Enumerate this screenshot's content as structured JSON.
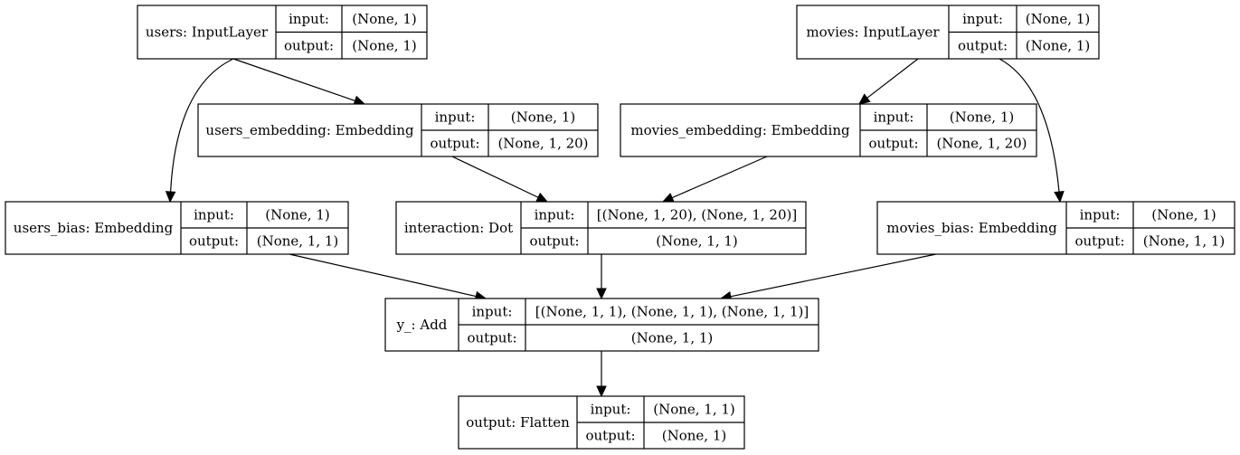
{
  "nodes": [
    {
      "id": "users",
      "label": "users: InputLayer",
      "input_label": "input:",
      "input_value": "(None, 1)",
      "output_label": "output:",
      "output_value": "(None, 1)"
    },
    {
      "id": "movies",
      "label": "movies: InputLayer",
      "input_label": "input:",
      "input_value": "(None, 1)",
      "output_label": "output:",
      "output_value": "(None, 1)"
    },
    {
      "id": "users_embedding",
      "label": "users_embedding: Embedding",
      "input_label": "input:",
      "input_value": "(None, 1)",
      "output_label": "output:",
      "output_value": "(None, 1, 20)"
    },
    {
      "id": "movies_embedding",
      "label": "movies_embedding: Embedding",
      "input_label": "input:",
      "input_value": "(None, 1)",
      "output_label": "output:",
      "output_value": "(None, 1, 20)"
    },
    {
      "id": "users_bias",
      "label": "users_bias: Embedding",
      "input_label": "input:",
      "input_value": "(None, 1)",
      "output_label": "output:",
      "output_value": "(None, 1, 1)"
    },
    {
      "id": "interaction",
      "label": "interaction: Dot",
      "input_label": "input:",
      "input_value": "[(None, 1, 20), (None, 1, 20)]",
      "output_label": "output:",
      "output_value": "(None, 1, 1)"
    },
    {
      "id": "movies_bias",
      "label": "movies_bias: Embedding",
      "input_label": "input:",
      "input_value": "(None, 1)",
      "output_label": "output:",
      "output_value": "(None, 1, 1)"
    },
    {
      "id": "y_",
      "label": "y_: Add",
      "input_label": "input:",
      "input_value": "[(None, 1, 1), (None, 1, 1), (None, 1, 1)]",
      "output_label": "output:",
      "output_value": "(None, 1, 1)"
    },
    {
      "id": "output",
      "label": "output: Flatten",
      "input_label": "input:",
      "input_value": "(None, 1, 1)",
      "output_label": "output:",
      "output_value": "(None, 1)"
    }
  ],
  "edges": [
    {
      "from": "users",
      "to": "users_embedding"
    },
    {
      "from": "users",
      "to": "users_bias"
    },
    {
      "from": "movies",
      "to": "movies_embedding"
    },
    {
      "from": "movies",
      "to": "movies_bias"
    },
    {
      "from": "users_embedding",
      "to": "interaction"
    },
    {
      "from": "movies_embedding",
      "to": "interaction"
    },
    {
      "from": "users_bias",
      "to": "y_"
    },
    {
      "from": "interaction",
      "to": "y_"
    },
    {
      "from": "movies_bias",
      "to": "y_"
    },
    {
      "from": "y_",
      "to": "output"
    }
  ]
}
